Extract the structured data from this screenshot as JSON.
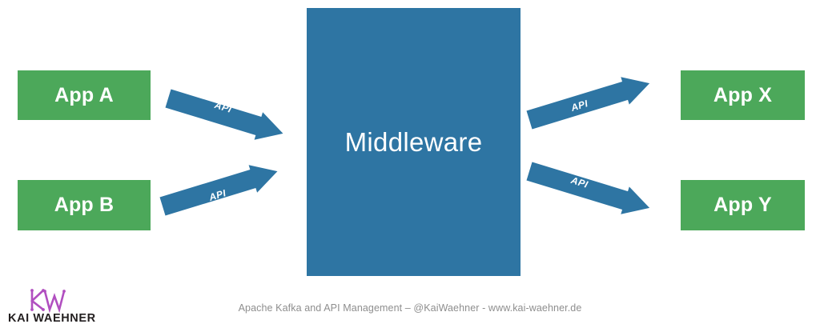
{
  "diagram": {
    "title": "Middleware",
    "middleware": {
      "label": "Middleware",
      "color": "#2E75A3"
    },
    "sources": [
      {
        "id": "app-a",
        "label": "App A",
        "color": "#4CA85A"
      },
      {
        "id": "app-b",
        "label": "App B",
        "color": "#4CA85A"
      }
    ],
    "targets": [
      {
        "id": "app-x",
        "label": "App X",
        "color": "#4CA85A"
      },
      {
        "id": "app-y",
        "label": "App Y",
        "color": "#4CA85A"
      }
    ],
    "connections": [
      {
        "id": "conn-app-a-middleware",
        "label": "API",
        "from": "App A",
        "to": "Middleware",
        "direction": "down-right",
        "color": "#2E75A3"
      },
      {
        "id": "conn-app-b-middleware",
        "label": "API",
        "from": "App B",
        "to": "Middleware",
        "direction": "up-right",
        "color": "#2E75A3"
      },
      {
        "id": "conn-middleware-app-x",
        "label": "API",
        "from": "Middleware",
        "to": "App X",
        "direction": "up-right",
        "color": "#2E75A3"
      },
      {
        "id": "conn-middleware-app-y",
        "label": "API",
        "from": "Middleware",
        "to": "App Y",
        "direction": "down-right",
        "color": "#2E75A3"
      }
    ]
  },
  "footer": {
    "credit": "Apache Kafka and API Management – @KaiWaehner - www.kai-waehner.de",
    "logo": {
      "monogram": "KW",
      "wordmark": "KAI WAEHNER",
      "monogram_color": "#B14FC0",
      "wordmark_color": "#231F20"
    }
  }
}
